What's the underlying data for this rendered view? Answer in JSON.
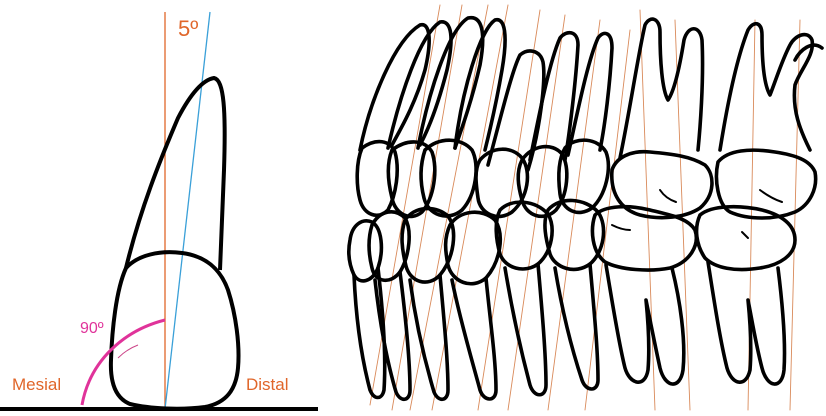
{
  "left_figure": {
    "tilt_label": "5º",
    "angle_label": "90º",
    "mesial_label": "Mesial",
    "distal_label": "Distal"
  },
  "right_figure": {
    "description_visible_text": ""
  },
  "colors": {
    "outline": "#000000",
    "reference_line": "#e0662a",
    "axis_line": "#3aa0d8",
    "angle_arc": "#e0339a",
    "tooth_axis_lines": "#d98a5a"
  }
}
